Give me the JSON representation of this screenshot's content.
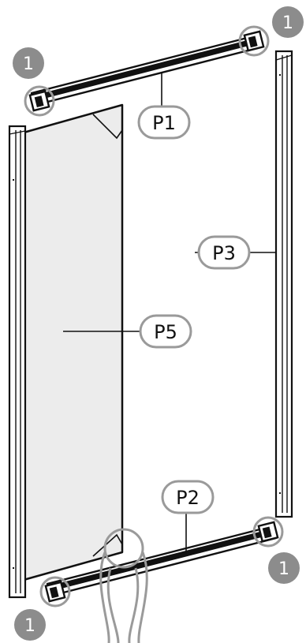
{
  "diagram": {
    "part_labels": {
      "p1": "P1",
      "p2": "P2",
      "p3": "P3",
      "p5": "P5"
    },
    "detail_markers": [
      "1",
      "1",
      "1",
      "1"
    ],
    "colors": {
      "glass_fill": "#ececec",
      "outline": "#111111",
      "callout_ring": "#9a9a9a",
      "badge_fill": "#8c8c8c",
      "badge_text": "#ffffff"
    }
  }
}
